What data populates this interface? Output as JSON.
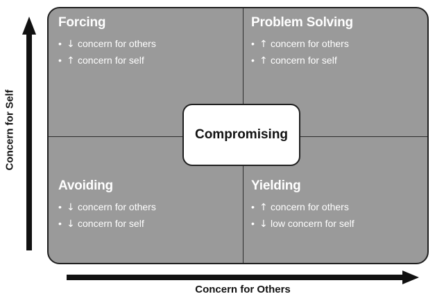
{
  "quadrants": {
    "forcing": {
      "title": "Forcing",
      "items": [
        {
          "arrow": "↓",
          "text": "concern for others"
        },
        {
          "arrow": "↑",
          "text": "concern for self"
        }
      ]
    },
    "problem_solving": {
      "title": "Problem Solving",
      "items": [
        {
          "arrow": "↑",
          "text": "concern for others"
        },
        {
          "arrow": "↑",
          "text": "concern for self"
        }
      ]
    },
    "avoiding": {
      "title": "Avoiding",
      "items": [
        {
          "arrow": "↓",
          "text": "concern for others"
        },
        {
          "arrow": "↓",
          "text": "concern for self"
        }
      ]
    },
    "yielding": {
      "title": "Yielding",
      "items": [
        {
          "arrow": "↑",
          "text": "concern for others"
        },
        {
          "arrow": "↓",
          "text": "low concern for self"
        }
      ]
    }
  },
  "center": {
    "label": "Compromising"
  },
  "axes": {
    "y_label": "Concern for Self",
    "x_label": "Concern for Others"
  },
  "bullet_char": "•",
  "colors": {
    "quadrant_fill": "#9a9a9a",
    "border": "#1e1e1e",
    "text_on_fill": "#ffffff",
    "axis_arrow": "#111111"
  }
}
